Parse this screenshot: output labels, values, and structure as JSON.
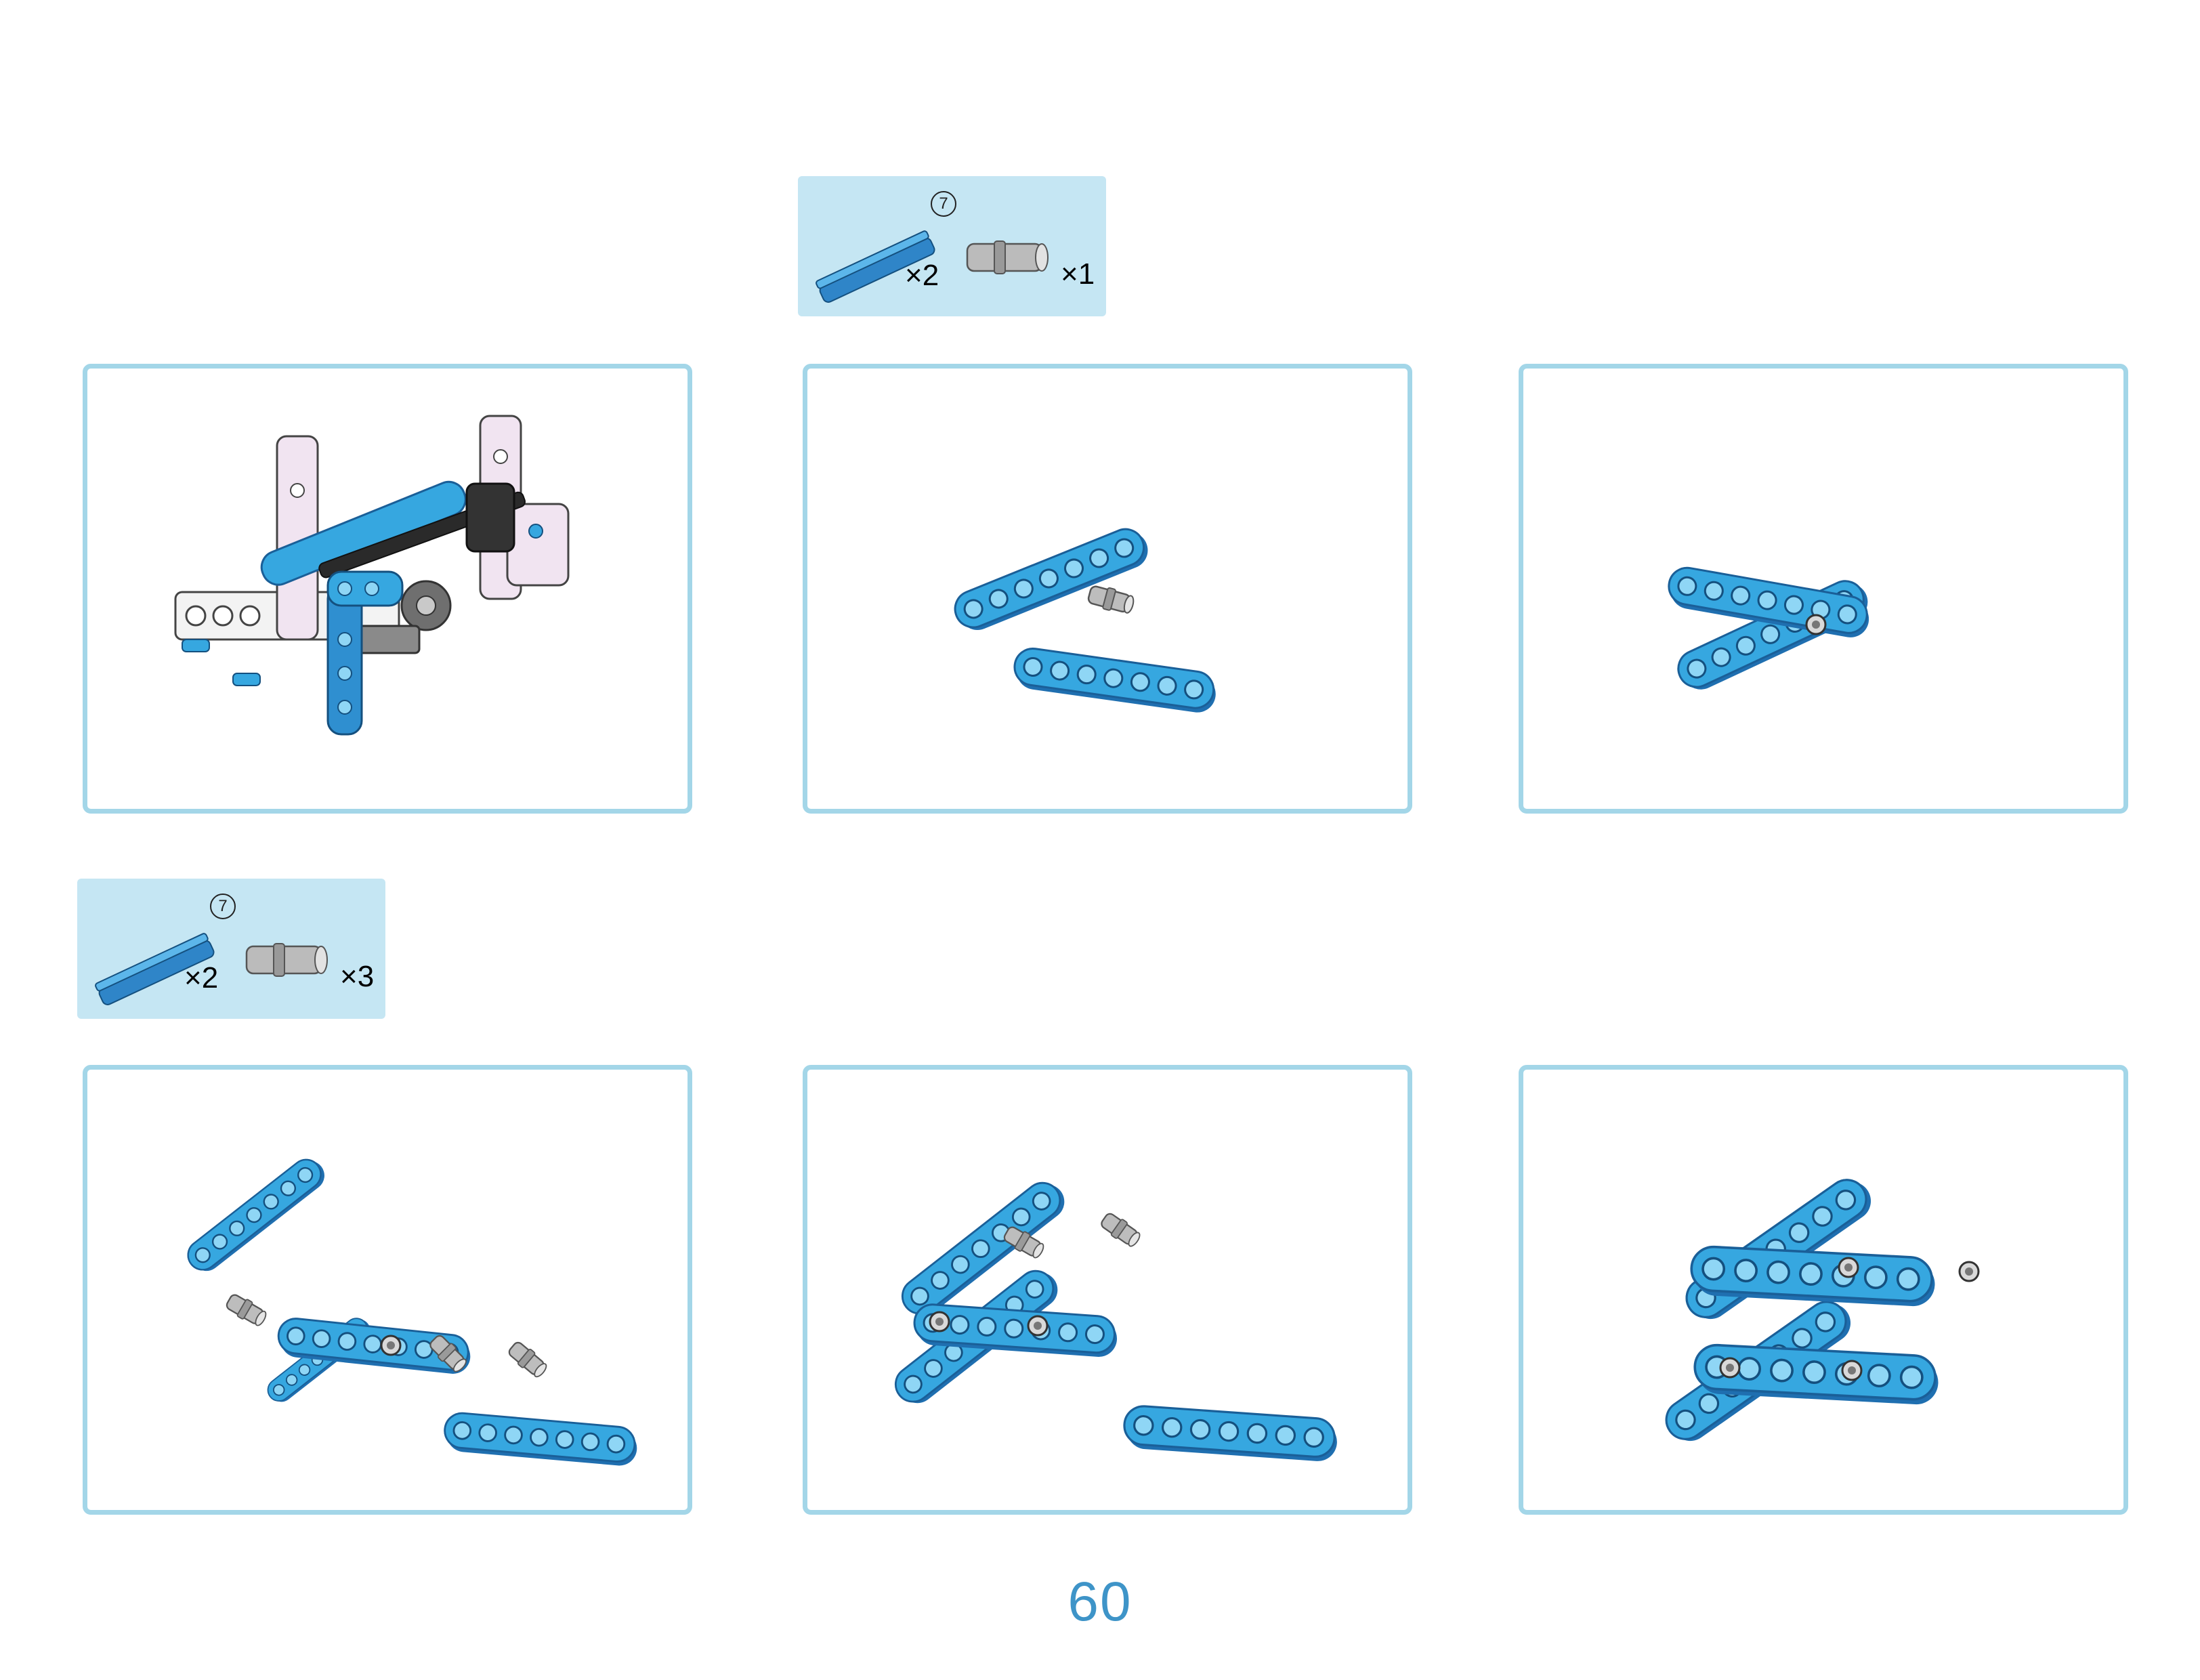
{
  "parts_top": {
    "beam_size": "7",
    "beam_qty": "×2",
    "pin_qty": "×1"
  },
  "parts_bottom": {
    "beam_size": "7",
    "beam_qty": "×2",
    "pin_qty": "×3"
  },
  "page_number": "60",
  "colors": {
    "beam_blue": "#2f9fdc",
    "beam_light": "#5cc0e8",
    "beam_teal": "#66c7d9",
    "panel_border": "#a3d6e8",
    "parts_bg": "#c5e6f3",
    "page_number": "#3e94c8",
    "pin_gray": "#b5b5b5"
  }
}
